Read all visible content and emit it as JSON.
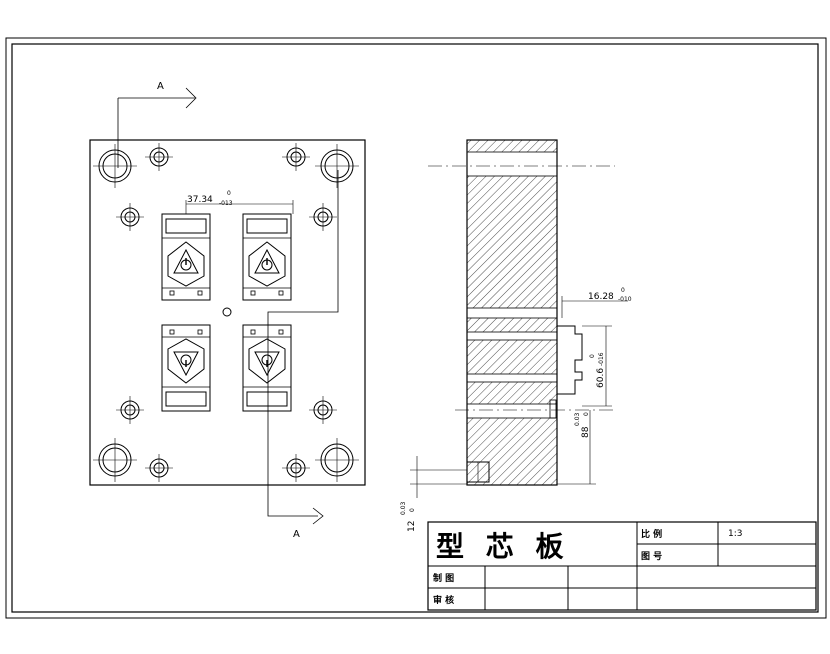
{
  "section_label_top": "A",
  "section_label_bottom": "A",
  "dimensions": {
    "pitch": "37.34",
    "pitch_tol_upper": "0",
    "pitch_tol_lower": "-013",
    "core_depth": "16.28",
    "core_depth_tol_upper": "0",
    "core_depth_tol_lower": "-010",
    "step_height": "60.6",
    "step_height_tol_upper": "0",
    "step_height_tol_lower": "-016",
    "bore_height": "88",
    "bore_height_tol_upper": "0.03",
    "bore_height_tol_lower": "0",
    "base_height": "12",
    "base_height_tol_upper": "0.03",
    "base_height_tol_lower": "0"
  },
  "title_block": {
    "part_name": "型 芯 板",
    "scale_label": "比 例",
    "scale_value": "1:3",
    "drawing_no_label": "图 号",
    "drawn_by_label": "制 图",
    "checked_by_label": "审 核"
  }
}
